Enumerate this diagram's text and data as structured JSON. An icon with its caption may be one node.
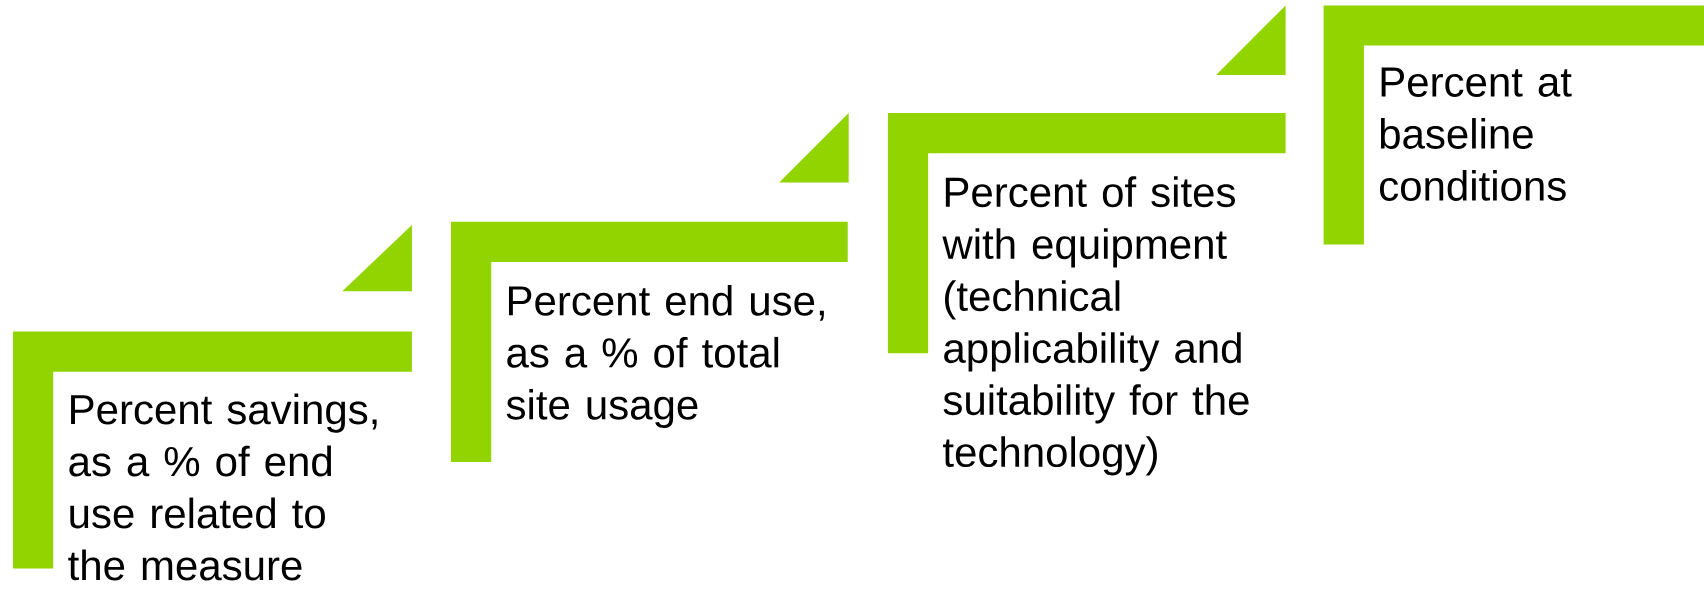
{
  "diagram": {
    "nodes": [
      {
        "text": [
          "Percent savings, as a % of end use related to the measure"
        ]
      },
      {
        "text": [
          "Percent end use, as a % of total site usage"
        ]
      },
      {
        "text": [
          "Percent of sites with equipment (technical applicability and suitability for the technology)"
        ]
      },
      {
        "text": [
          "Percent at baseline conditions"
        ]
      }
    ]
  }
}
